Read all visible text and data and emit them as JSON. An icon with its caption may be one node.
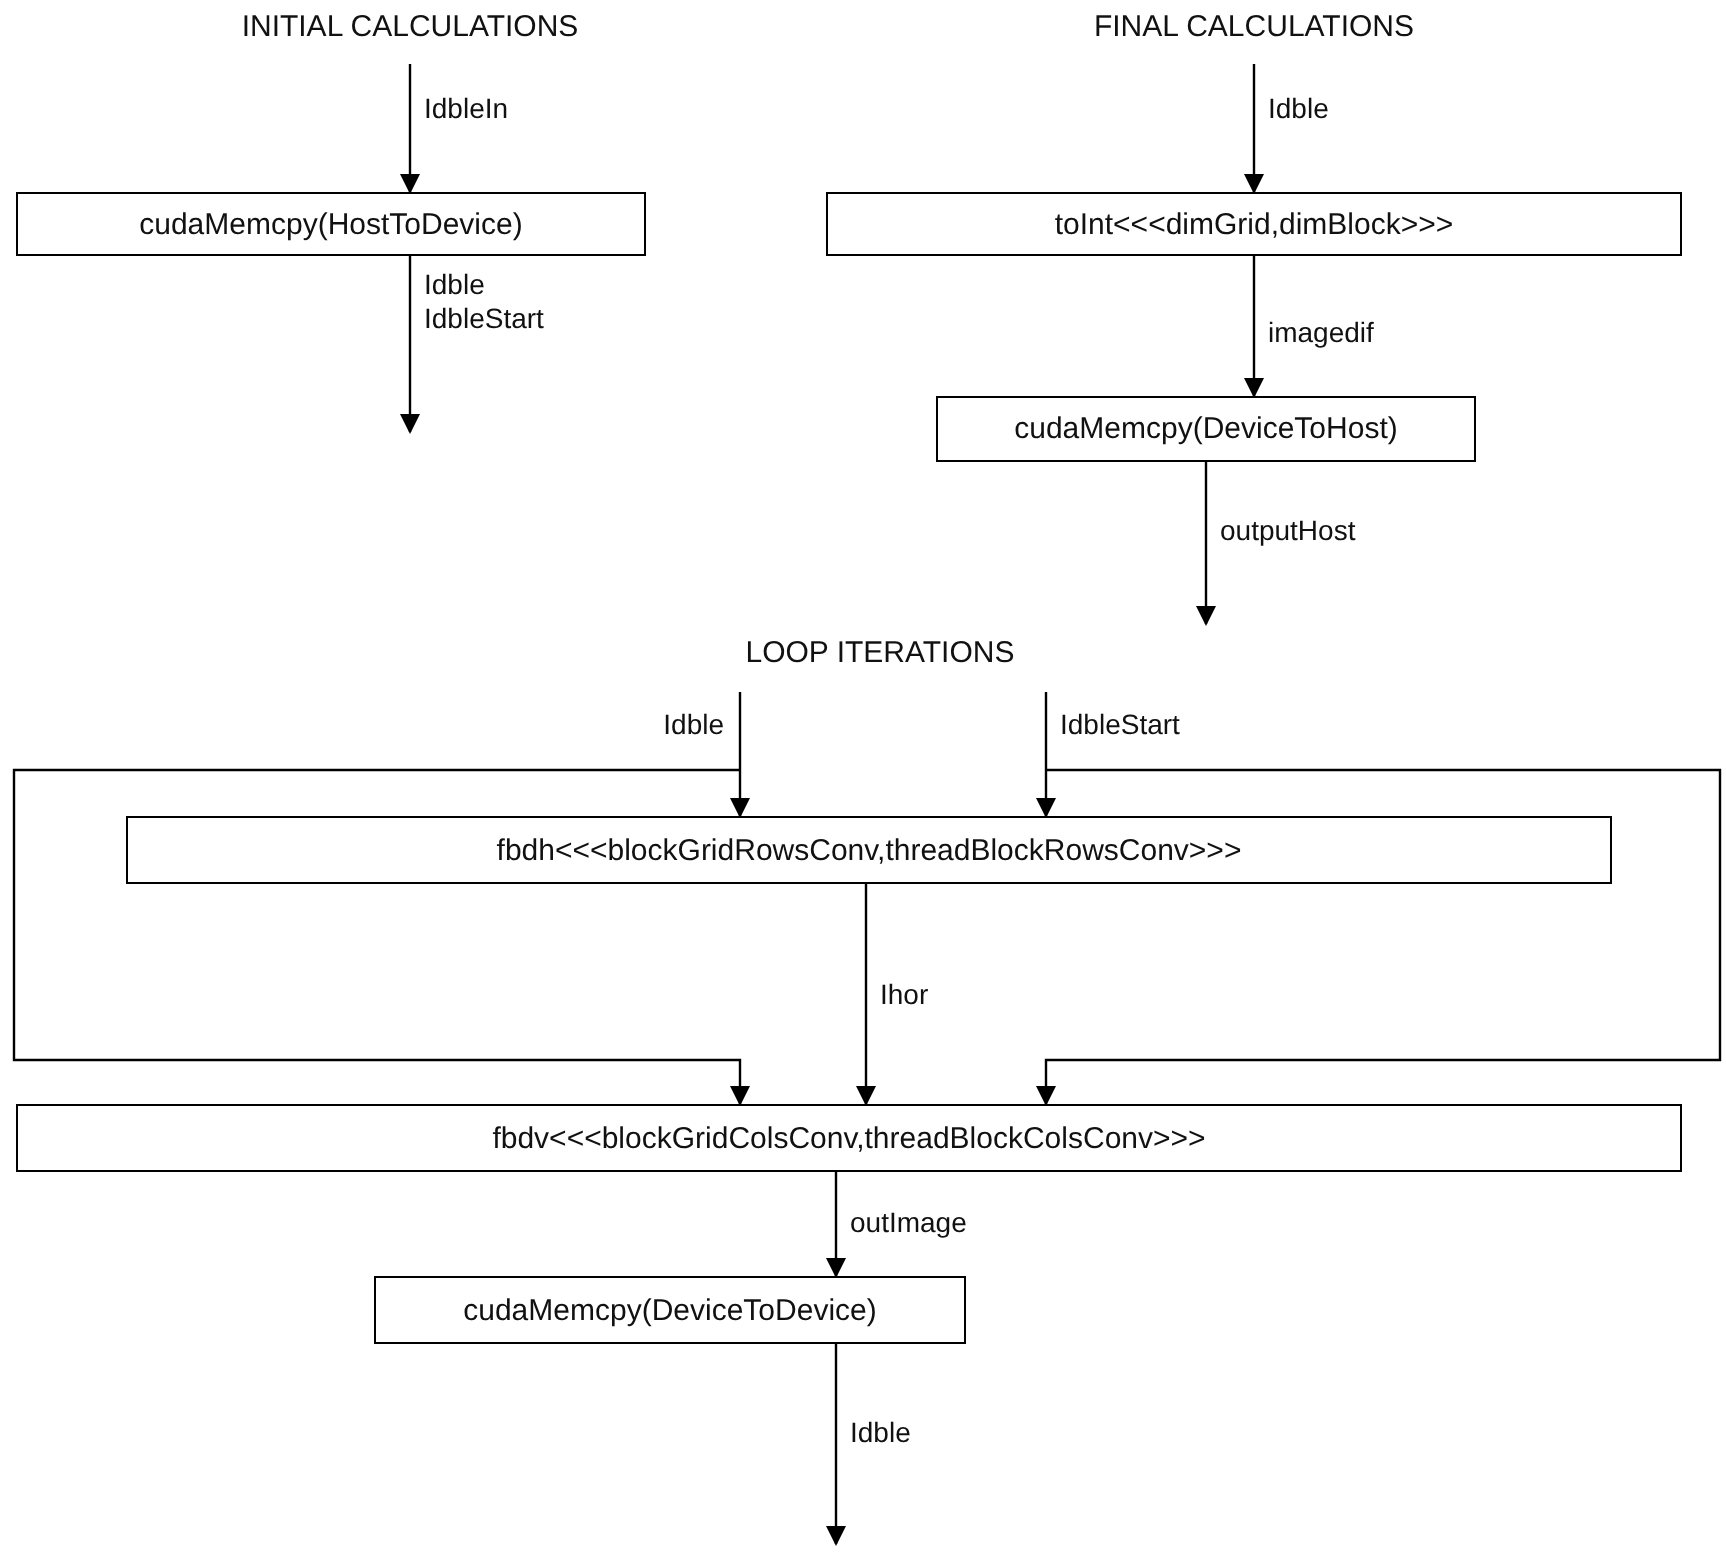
{
  "diagram": {
    "nodes": [
      {
        "text": [
          "cudaMemcpy(HostToDevice)"
        ]
      },
      {
        "text": [
          "toInt<<<dimGrid,dimBlock>>>"
        ]
      },
      {
        "text": [
          "cudaMemcpy(DeviceToHost)"
        ]
      },
      {
        "text": [
          "fbdh<<<blockGridRowsConv,threadBlockRowsConv>>>"
        ]
      },
      {
        "text": [
          "fbdv<<<blockGridColsConv,threadBlockColsConv>>>"
        ]
      },
      {
        "text": [
          "cudaMemcpy(DeviceToDevice)"
        ]
      }
    ],
    "edges": [
      {
        "from": null,
        "to": 0,
        "arrow": "to",
        "label": "IdbleIn"
      },
      {
        "from": 0,
        "to": null,
        "arrow": "to",
        "label": "Idble IdbleStart"
      },
      {
        "from": null,
        "to": 1,
        "arrow": "to",
        "label": "Idble"
      },
      {
        "from": 1,
        "to": 2,
        "arrow": "to",
        "label": "imagedif"
      },
      {
        "from": 2,
        "to": null,
        "arrow": "to",
        "label": "outputHost"
      },
      {
        "from": null,
        "to": 3,
        "arrow": "to",
        "label": "Idble"
      },
      {
        "from": null,
        "to": 3,
        "arrow": "to",
        "label": "IdbleStart"
      },
      {
        "from": null,
        "to": 4,
        "arrow": "to"
      },
      {
        "from": null,
        "to": 4,
        "arrow": "to"
      },
      {
        "from": 3,
        "to": 4,
        "arrow": "to",
        "label": "Ihor"
      },
      {
        "from": 4,
        "to": 5,
        "arrow": "to",
        "label": "outImage"
      },
      {
        "from": 5,
        "to": null,
        "arrow": "to",
        "label": "Idble"
      }
    ],
    "labels": [
      "INITIAL CALCULATIONS",
      "FINAL CALCULATIONS",
      "LOOP ITERATIONS"
    ]
  }
}
